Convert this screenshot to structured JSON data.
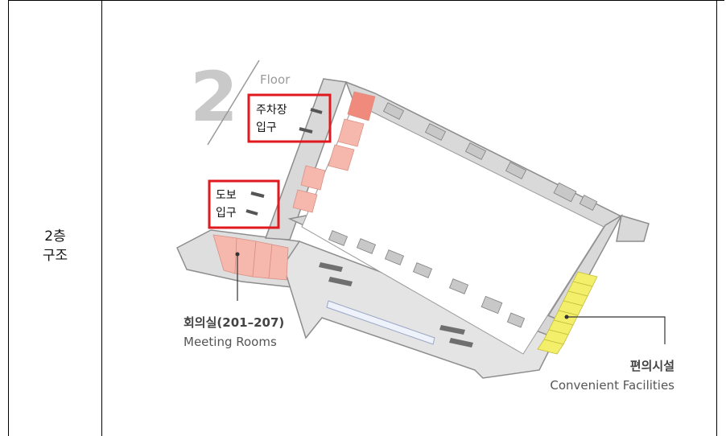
{
  "row_label": {
    "line1": "2층",
    "line2": "구조"
  },
  "floor": {
    "number": "2",
    "word": "Floor"
  },
  "callouts": {
    "parking_line1": "주차장",
    "parking_line2": "입구",
    "walk_line1": "도보",
    "walk_line2": "입구"
  },
  "labels": {
    "meeting_ko": "회의실(201–207)",
    "meeting_en": "Meeting Rooms",
    "convenience_ko": "편의시설",
    "convenience_en": "Convenient Facilities"
  },
  "colors": {
    "callout_border": "#e0191f",
    "room_pink": "#f6b7ad",
    "room_pink_dark": "#f08a7c",
    "facility_yellow": "#f3ef6a",
    "floor_grey": "#d9d9d9",
    "wall_grey": "#8d8d8d"
  }
}
